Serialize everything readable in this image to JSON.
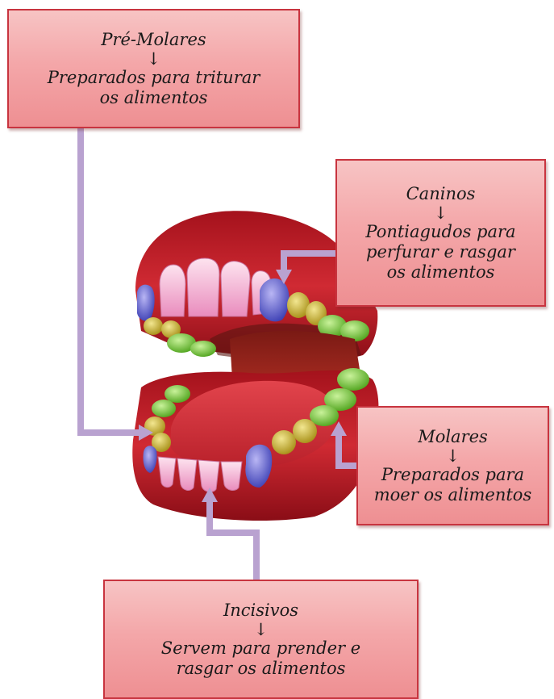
{
  "labels": {
    "premolares": {
      "title": "Pré-Molares",
      "arrow": "↓",
      "desc": "Preparados para triturar\nos alimentos"
    },
    "caninos": {
      "title": "Caninos",
      "arrow": "↓",
      "desc": "Pontiagudos para\nperfurar e rasgar\nos alimentos"
    },
    "molares": {
      "title": "Molares",
      "arrow": "↓",
      "desc": "Preparados para\nmoer os alimentos"
    },
    "incisivos": {
      "title": "Incisivos",
      "arrow": "↓",
      "desc": "Servem para prender e\nrasgar os alimentos"
    }
  },
  "colors": {
    "gum": "#c8202a",
    "connector": "#b9a2d0",
    "premolar": "#d9c13a",
    "canine": "#6f74d8",
    "molar": "#7fd23c",
    "incisor": "#f3a6cf"
  }
}
